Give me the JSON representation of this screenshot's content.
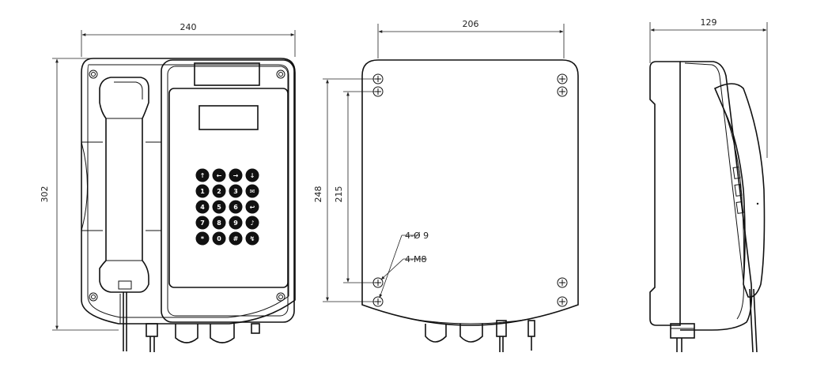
{
  "front_view": {
    "width_label": "240",
    "height_label": "302",
    "keys": [
      "↑",
      "←",
      "→",
      "↓",
      "1",
      "2",
      "3",
      "✉",
      "4",
      "5",
      "6",
      "↩",
      "7",
      "8",
      "9",
      "♪",
      "*",
      "0",
      "#",
      "↯"
    ]
  },
  "rear_view": {
    "width_label": "206",
    "outer_height_label": "248",
    "inner_height_label": "215",
    "hole_callout": "4-Ø 9",
    "thread_callout": "4-M8"
  },
  "side_view": {
    "depth_label": "129"
  },
  "colors": {
    "line": "#111111",
    "background": "#ffffff"
  }
}
